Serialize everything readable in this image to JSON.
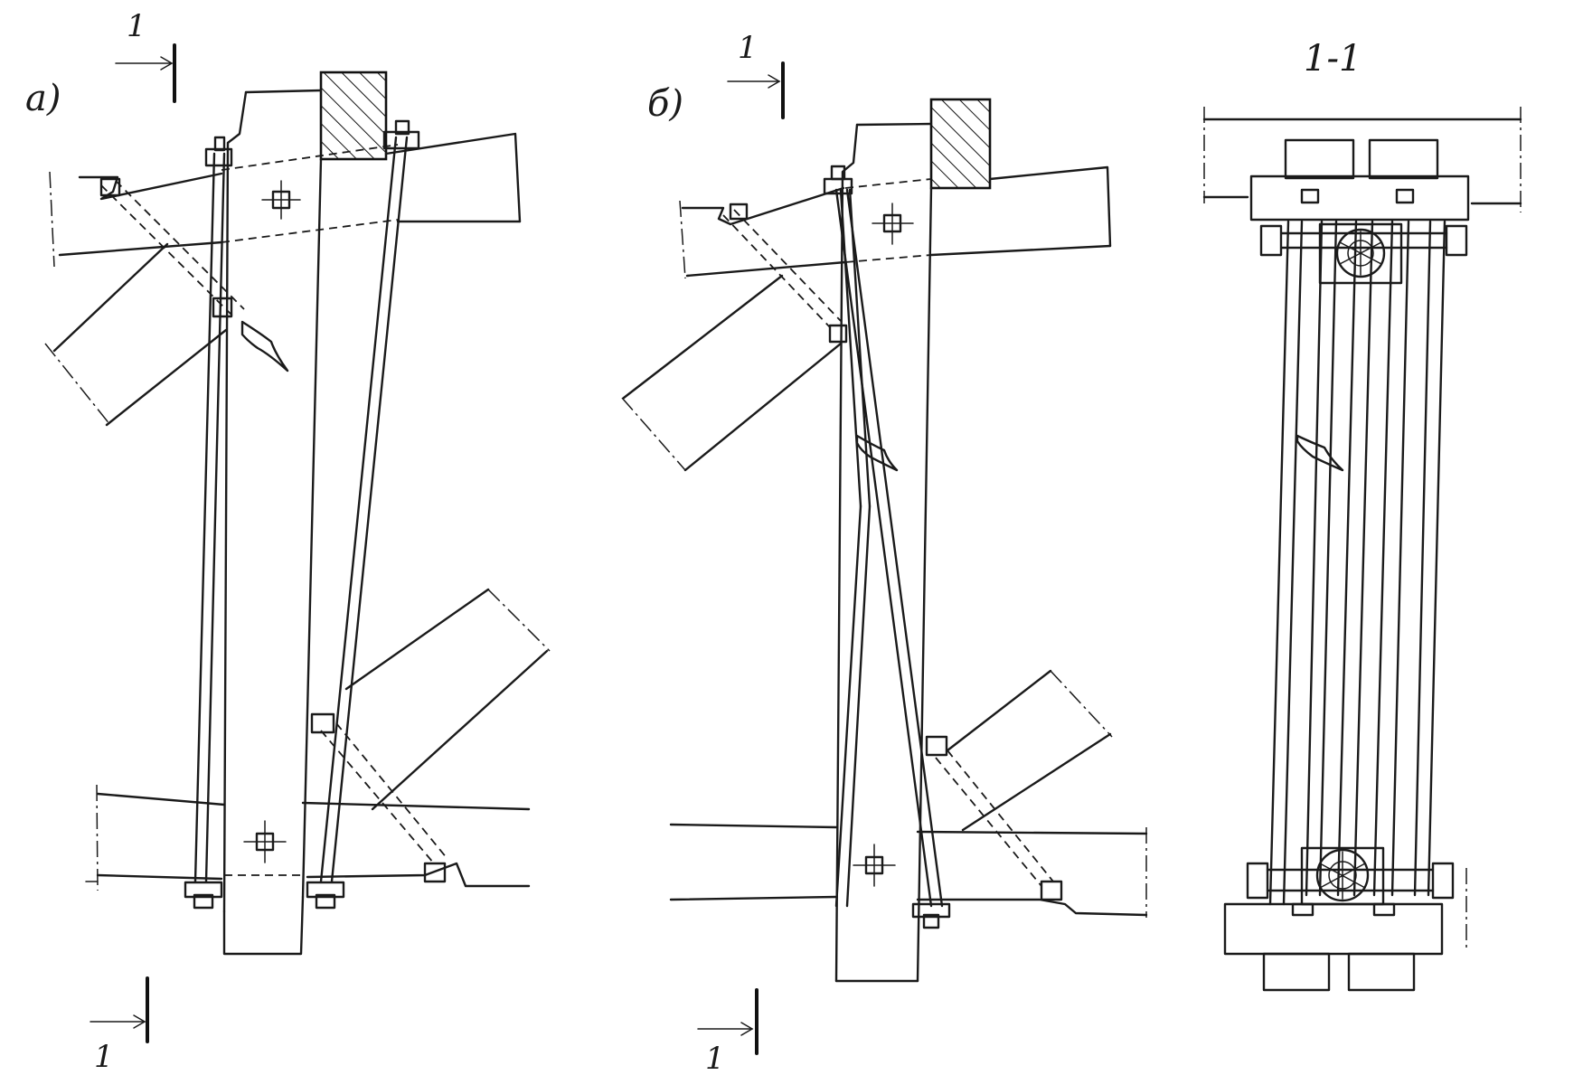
{
  "labels": {
    "variant_a": "а)",
    "variant_b": "б)",
    "section_title": "1-1",
    "section_mark_a_top": "1",
    "section_mark_a_bottom": "1",
    "section_mark_b_top": "1",
    "section_mark_b_bottom": "1"
  },
  "colors": {
    "ink": "#1a1a1a",
    "paper": "#ffffff"
  }
}
